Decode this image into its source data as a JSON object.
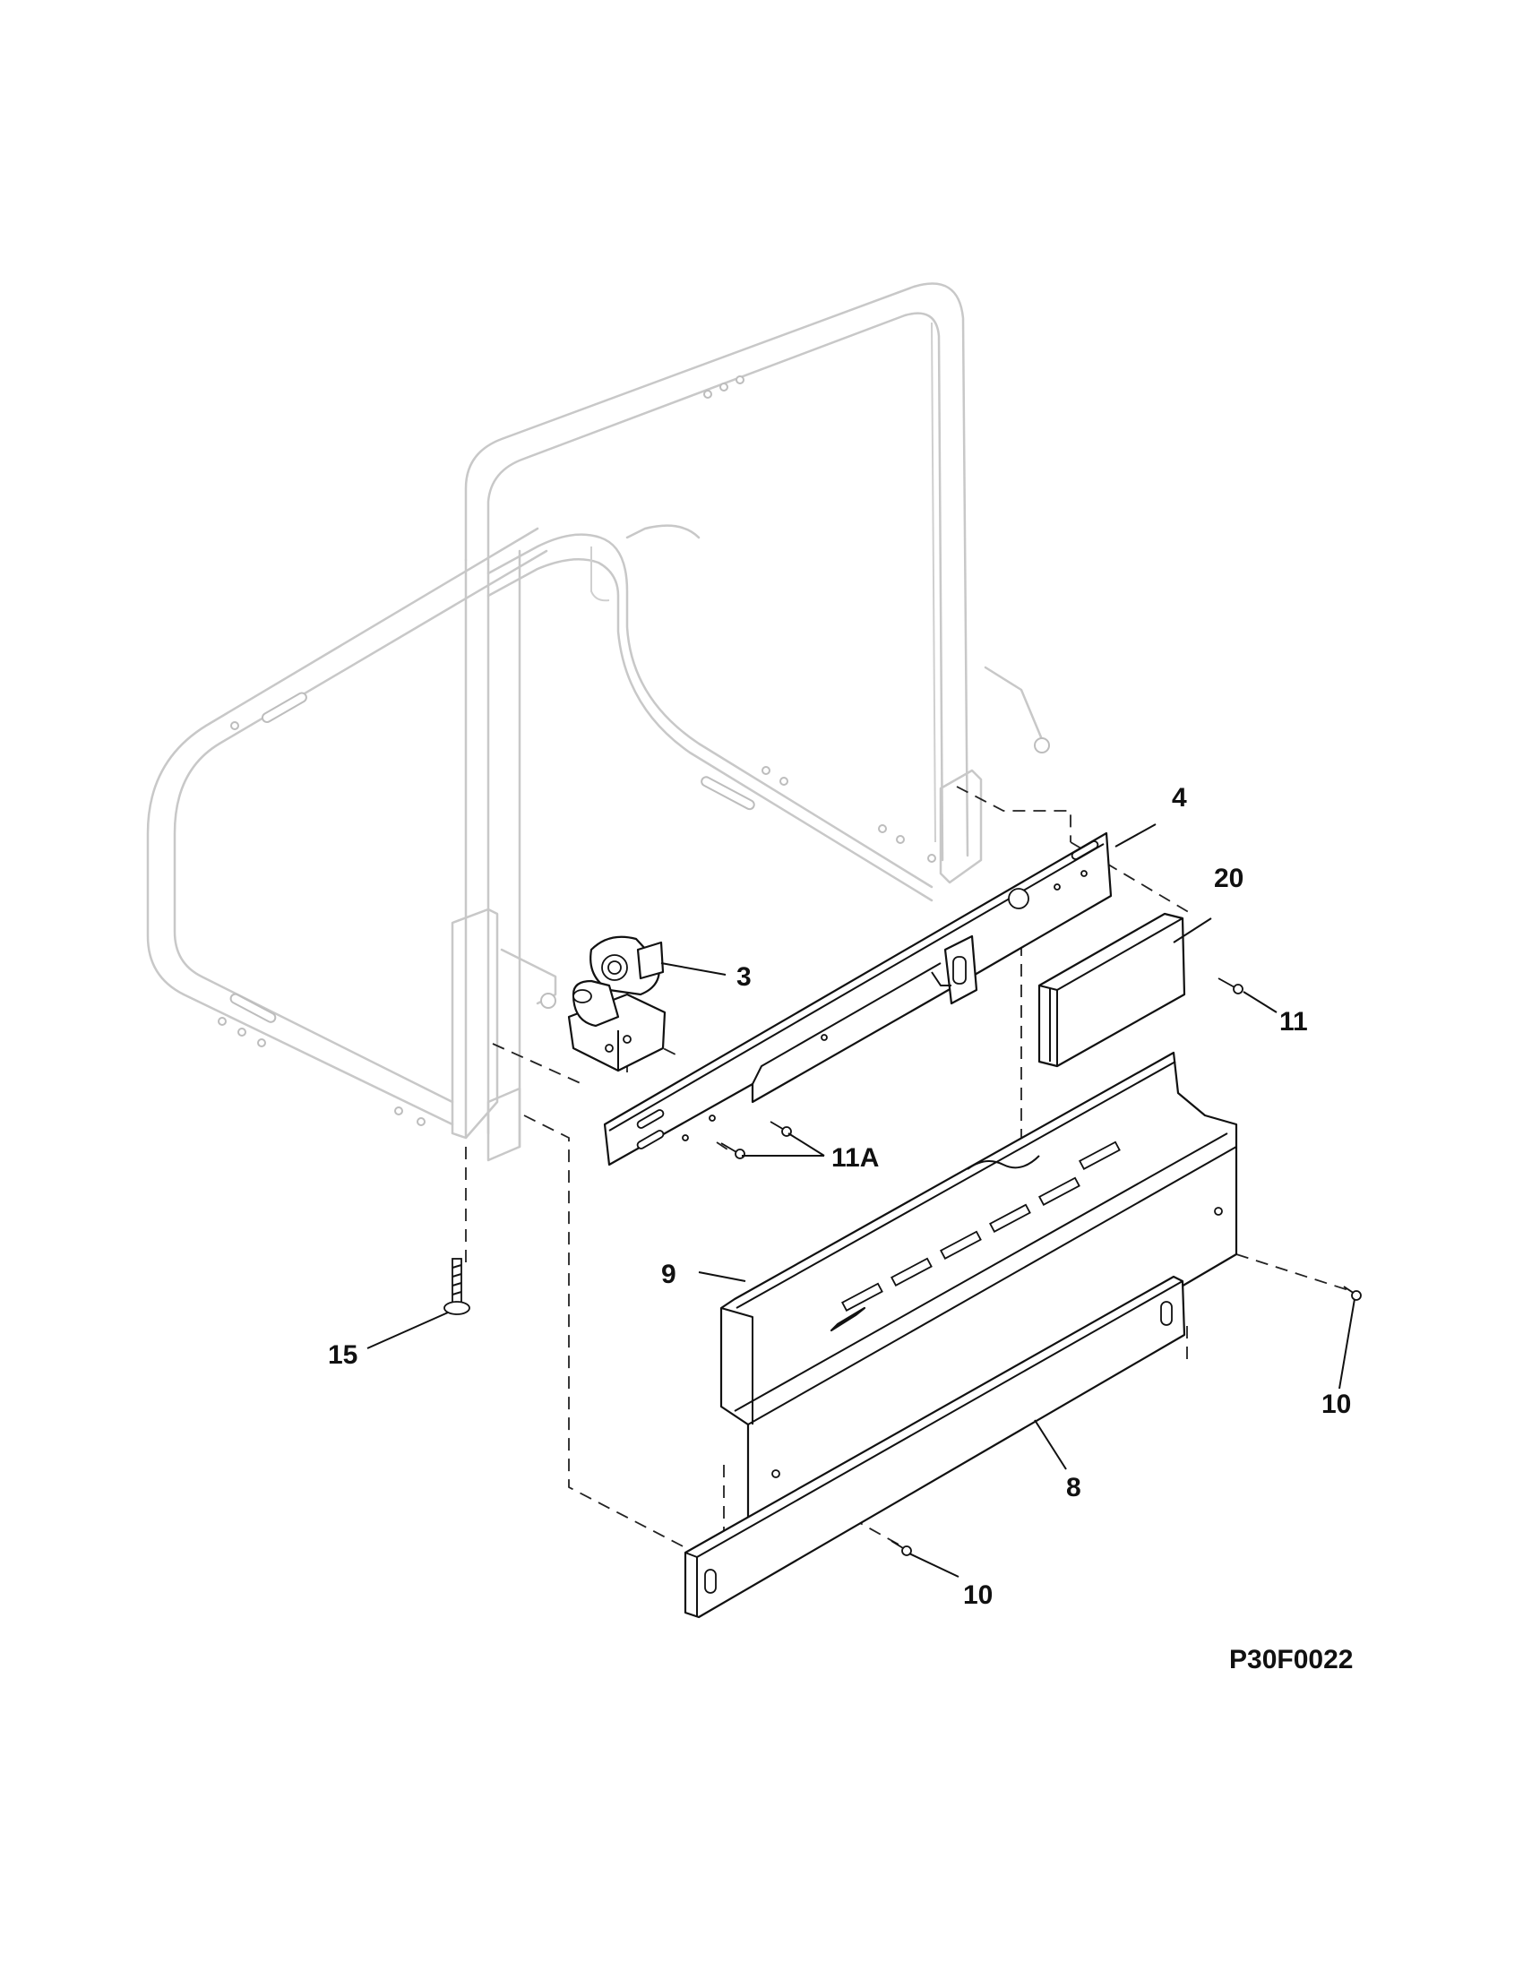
{
  "diagram": {
    "figure_code": "P30F0022",
    "callouts": {
      "p4": "4",
      "p20": "20",
      "p3": "3",
      "p11": "11",
      "p11a": "11A",
      "p9": "9",
      "p15": "15",
      "p10_right": "10",
      "p8": "8",
      "p10_bottom": "10"
    }
  }
}
